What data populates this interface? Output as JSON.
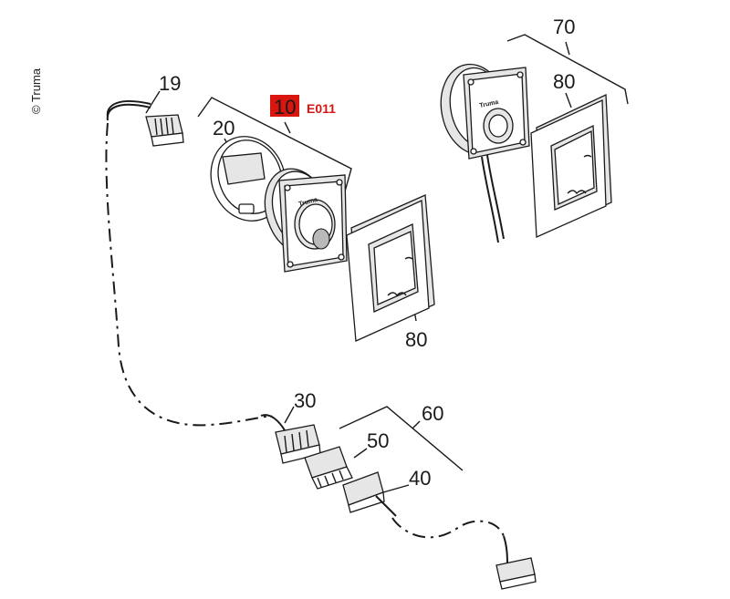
{
  "copyright": "© Truma",
  "labels": {
    "p10": "10",
    "p19": "19",
    "p20": "20",
    "p30": "30",
    "p40": "40",
    "p50": "50",
    "p60": "60",
    "p70": "70",
    "p80_top": "80",
    "p80_bottom": "80"
  },
  "highlight": {
    "code": "E011",
    "box_color": "#d8150f",
    "text_color": "#d8150f"
  },
  "brand_mark": "Truma"
}
